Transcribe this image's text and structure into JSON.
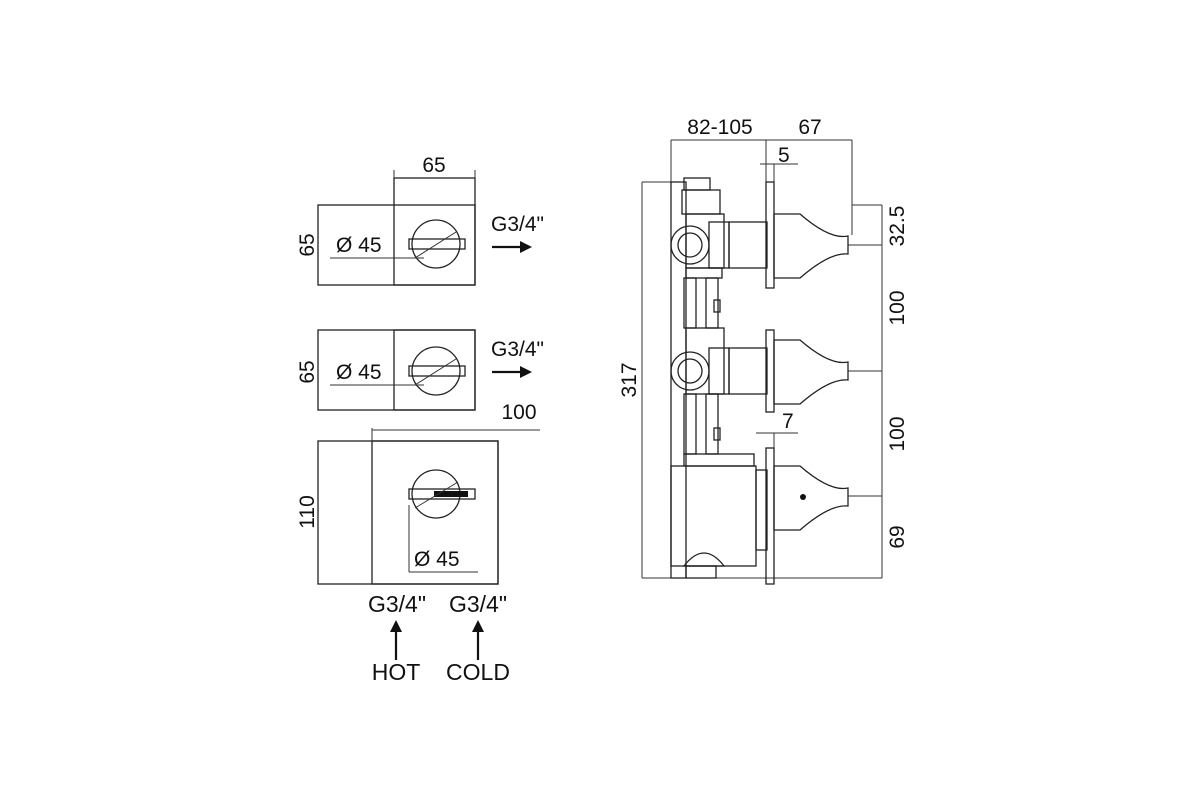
{
  "front_views": {
    "top_plate": {
      "width_label": "65",
      "height_label": "65",
      "diameter_label": "Ø 45",
      "outlet_label": "G3/4\""
    },
    "middle_plate": {
      "height_label": "65",
      "diameter_label": "Ø 45",
      "outlet_label": "G3/4\""
    },
    "bottom_plate": {
      "width_label": "100",
      "height_label": "110",
      "diameter_label": "Ø 45"
    },
    "inlets": [
      {
        "thread_label": "G3/4\"",
        "name": "HOT"
      },
      {
        "thread_label": "G3/4\"",
        "name": "COLD"
      }
    ]
  },
  "side_view": {
    "depth_label": "82-105",
    "handle_depth_label": "67",
    "plate_thickness_label": "5",
    "bottom_plate_thickness_label": "7",
    "total_height_label": "317",
    "top_offset_label": "32.5",
    "spacing_top_label": "100",
    "spacing_bottom_label": "100",
    "bottom_offset_label": "69"
  }
}
